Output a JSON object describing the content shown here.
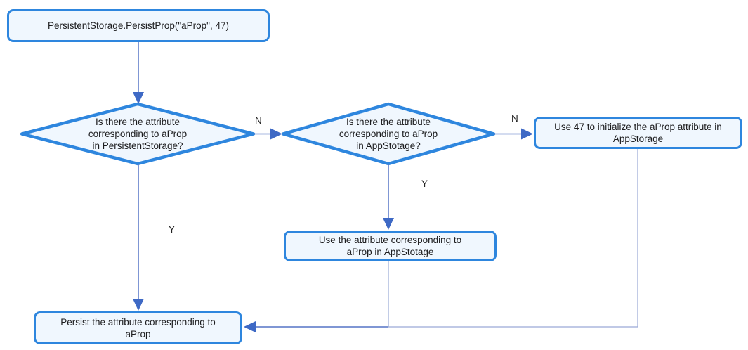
{
  "diagram_type": "flowchart",
  "nodes": {
    "start": {
      "type": "process",
      "label": "PersistentStorage.PersistProp(\"aProp\", 47)"
    },
    "decision_persistentstorage": {
      "type": "decision",
      "label": "Is there the attribute\ncorresponding to aProp\nin PersistentStorage?"
    },
    "decision_appstorage": {
      "type": "decision",
      "label": "Is there the attribute\ncorresponding to aProp\nin AppStotage?"
    },
    "init_appstorage": {
      "type": "process",
      "label": "Use 47 to initialize the aProp attribute in\nAppStorage"
    },
    "use_attribute": {
      "type": "process",
      "label": "Use the attribute corresponding to\naProp in AppStotage"
    },
    "persist_attribute": {
      "type": "process",
      "label": "Persist the attribute corresponding to\naProp"
    }
  },
  "edge_labels": {
    "persistent_no": "N",
    "appstorage_no": "N",
    "appstorage_yes": "Y",
    "persistent_yes": "Y"
  },
  "edges": [
    {
      "from": "start",
      "to": "decision_persistentstorage",
      "label": ""
    },
    {
      "from": "decision_persistentstorage",
      "to": "decision_appstorage",
      "label": "N"
    },
    {
      "from": "decision_appstorage",
      "to": "init_appstorage",
      "label": "N"
    },
    {
      "from": "decision_appstorage",
      "to": "use_attribute",
      "label": "Y"
    },
    {
      "from": "decision_persistentstorage",
      "to": "persist_attribute",
      "label": "Y"
    },
    {
      "from": "init_appstorage",
      "to": "persist_attribute",
      "label": ""
    },
    {
      "from": "use_attribute",
      "to": "persist_attribute",
      "label": ""
    }
  ],
  "colors": {
    "node_border": "#2E86DE",
    "node_fill": "#F0F7FE",
    "connector": "#5574C6",
    "connector_light": "#9AA9D6",
    "arrowhead": "#3E69C5",
    "text": "#1C1C1E"
  }
}
